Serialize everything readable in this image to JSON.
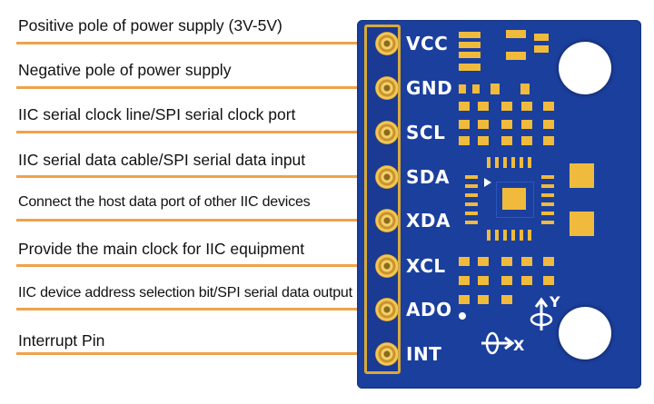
{
  "descriptions": [
    "Positive pole of power supply (3V-5V)",
    "Negative pole of power supply",
    "IIC serial clock line/SPI serial clock port",
    "IIC serial data cable/SPI serial data input",
    "Connect the host data port of other IIC devices",
    "Provide the main clock for IIC equipment",
    "IIC device address selection bit/SPI serial data output",
    "Interrupt Pin"
  ],
  "pins": [
    "VCC",
    "GND",
    "SCL",
    "SDA",
    "XDA",
    "XCL",
    "ADO",
    "INT"
  ],
  "axes": {
    "x": "X",
    "y": "Y"
  },
  "colors": {
    "board": "#1b3f9d",
    "pad": "#f0bb3c",
    "leader": "#f0a24a",
    "text": "#111111"
  }
}
